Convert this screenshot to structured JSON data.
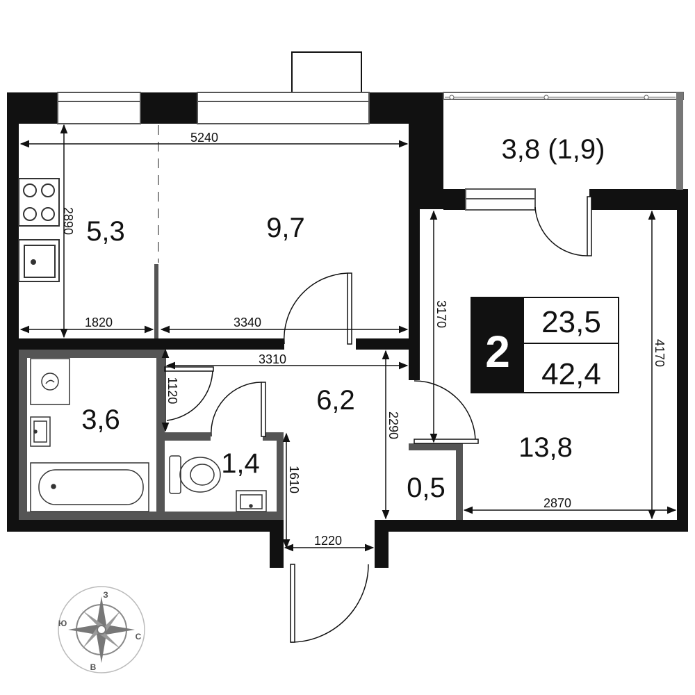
{
  "rooms": {
    "kitchen": "5,3",
    "living": "9,7",
    "balcony": "3,8 (1,9)",
    "bedroom": "13,8",
    "hall": "6,2",
    "bathroom": "3,6",
    "wc": "1,4",
    "closet": "0,5"
  },
  "summary": {
    "rooms_count": "2",
    "living_area": "23,5",
    "total_area": "42,4"
  },
  "dimensions": {
    "d5240": "5240",
    "d2890": "2890",
    "d1820": "1820",
    "d3340": "3340",
    "d3310": "3310",
    "d1120": "1120",
    "d2290": "2290",
    "d1610": "1610",
    "d1220": "1220",
    "d3170": "3170",
    "d4170": "4170",
    "d2870": "2870"
  },
  "compass": {
    "north": "З",
    "south": "В",
    "east": "С",
    "west": "Ю"
  },
  "colors": {
    "wall": "#111111",
    "partition": "#555555",
    "line": "#222222"
  }
}
